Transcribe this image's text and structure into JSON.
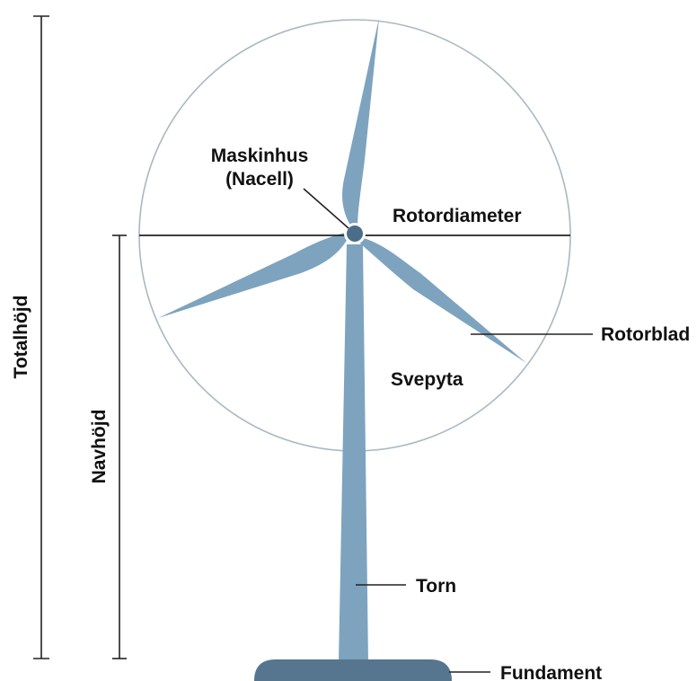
{
  "diagram": {
    "labels": {
      "nacelle_line1": "Maskinhus",
      "nacelle_line2": "(Nacell)",
      "rotor_diameter": "Rotordiameter",
      "rotor_blade": "Rotorblad",
      "swept_area": "Svepyta",
      "tower": "Torn",
      "foundation": "Fundament",
      "total_height": "Totalhöjd",
      "hub_height": "Navhöjd"
    },
    "colors": {
      "blade": "#7da3bf",
      "tower": "#7da3bf",
      "hub": "#4a6d8a",
      "foundation": "#56758f",
      "circle": "#aab8c2",
      "line": "#222222"
    }
  }
}
